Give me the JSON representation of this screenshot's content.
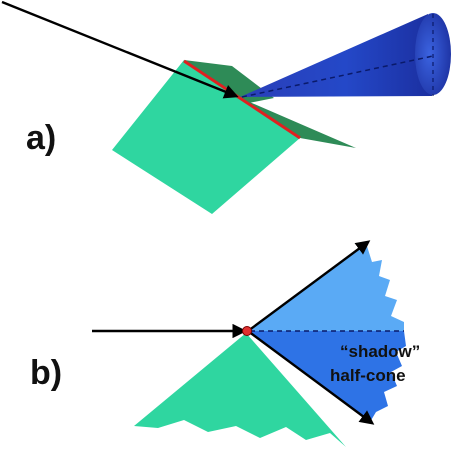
{
  "panels": {
    "a": {
      "label": "a)"
    },
    "b": {
      "label": "b)",
      "cone_text_line1": "“shadow”",
      "cone_text_line2": "half-cone"
    }
  },
  "colors": {
    "surface_front": "#2fd6a0",
    "surface_back": "#2e8b57",
    "crease": "#e02020",
    "cone_dark": "#1f3fbf",
    "cone_light": "#5aaaf5",
    "cone_mid": "#2e73e6",
    "ray": "#000000",
    "contact_point": "#e03030"
  }
}
